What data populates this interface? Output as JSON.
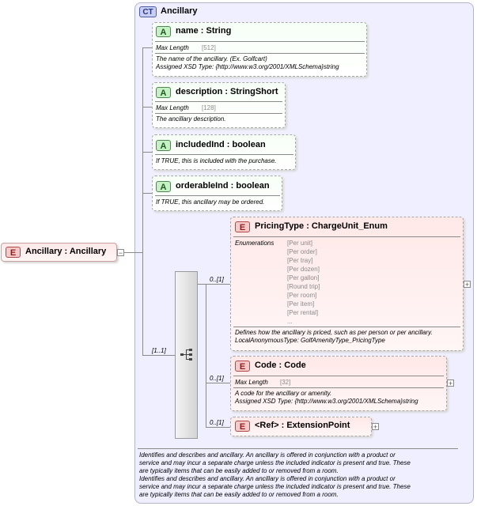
{
  "root": {
    "badge": "E",
    "label": "Ancillary : Ancillary",
    "toggle": "−"
  },
  "complex_type": {
    "badge": "CT",
    "name": "Ancillary"
  },
  "attributes": [
    {
      "badge": "A",
      "title": "name      : String",
      "facet_label": "Max Length",
      "facet_value": "[512]",
      "doc": [
        "The name of the ancillary. (Ex. Golfcart)",
        "Assigned XSD Type: {http://www.w3.org/2001/XMLSchema}string"
      ]
    },
    {
      "badge": "A",
      "title": "description : StringShort",
      "facet_label": "Max Length",
      "facet_value": "[128]",
      "doc": [
        "The ancillary description."
      ]
    },
    {
      "badge": "A",
      "title": "includedInd : boolean",
      "doc": [
        "If TRUE, this is included with the purchase."
      ]
    },
    {
      "badge": "A",
      "title": "orderableInd : boolean",
      "doc": [
        "If TRUE, this ancillary may be ordered."
      ]
    }
  ],
  "sequence": {
    "multiplicity": "[1..1]"
  },
  "elements": [
    {
      "badge": "E",
      "title": "PricingType : ChargeUnit_Enum",
      "multiplicity": "0..[1]",
      "facet_label": "Enumerations",
      "enums": [
        "[Per unit]",
        "[Per order]",
        "[Per tray]",
        "[Per dozen]",
        "[Per gallon]",
        "[Round trip]",
        "[Per room]",
        "[Per item]",
        "[Per rental]",
        "..."
      ],
      "doc": [
        "Defines how the ancillary is priced, such as per person or per ancillary.",
        "LocalAnonymousType: GolfAmenityType_PricingType"
      ],
      "expand": "+"
    },
    {
      "badge": "E",
      "title": "Code       : Code",
      "multiplicity": "0..[1]",
      "facet_label": "Max Length",
      "facet_value": "[32]",
      "doc": [
        "A code for the ancillary or amenity.",
        "Assigned XSD Type: {http://www.w3.org/2001/XMLSchema}string"
      ],
      "expand": "+"
    },
    {
      "badge": "E",
      "title": "<Ref>       : ExtensionPoint",
      "multiplicity": "0..[1]",
      "expand": "+"
    }
  ],
  "footer_doc": [
    "Identifies and describes and ancillary.   An ancillary is offered in conjunction with a product or",
    "service and may incur a separate charge unless the included indicator is present and true.  These",
    "are typically items that can be easily added to or removed from a room.",
    "Identifies and describes and ancillary.   An ancillary is offered in conjunction with a product or",
    "service and may incur a separate charge unless the included indicator is present and true.  These",
    "are typically items that can be easily added to or removed from a room."
  ]
}
